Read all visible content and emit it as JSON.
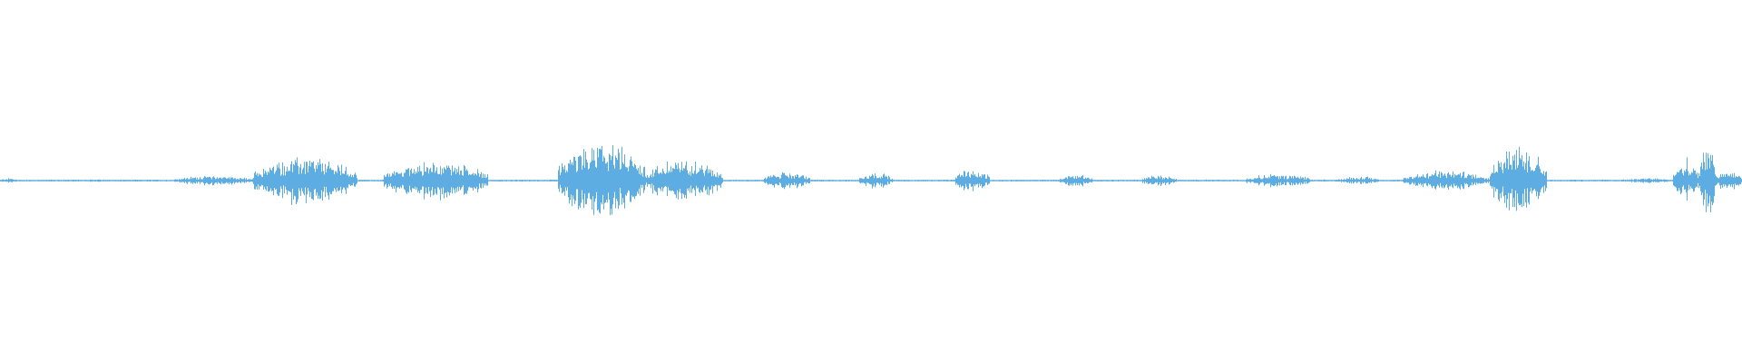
{
  "waveform": {
    "color": "#5dade2",
    "baseline_amplitude": 0.012,
    "segments": [
      {
        "start": 0.0,
        "end": 0.01,
        "peak": 0.03
      },
      {
        "start": 0.04,
        "end": 0.065,
        "peak": 0.015
      },
      {
        "start": 0.1,
        "end": 0.145,
        "peak": 0.06
      },
      {
        "start": 0.145,
        "end": 0.205,
        "peak": 0.28
      },
      {
        "start": 0.22,
        "end": 0.28,
        "peak": 0.24
      },
      {
        "start": 0.32,
        "end": 0.37,
        "peak": 0.47
      },
      {
        "start": 0.37,
        "end": 0.415,
        "peak": 0.26
      },
      {
        "start": 0.438,
        "end": 0.465,
        "peak": 0.1
      },
      {
        "start": 0.493,
        "end": 0.512,
        "peak": 0.1
      },
      {
        "start": 0.548,
        "end": 0.568,
        "peak": 0.14
      },
      {
        "start": 0.608,
        "end": 0.627,
        "peak": 0.08
      },
      {
        "start": 0.655,
        "end": 0.675,
        "peak": 0.07
      },
      {
        "start": 0.715,
        "end": 0.752,
        "peak": 0.08
      },
      {
        "start": 0.768,
        "end": 0.792,
        "peak": 0.05
      },
      {
        "start": 0.805,
        "end": 0.855,
        "peak": 0.12
      },
      {
        "start": 0.855,
        "end": 0.888,
        "peak": 0.42
      },
      {
        "start": 0.93,
        "end": 0.96,
        "peak": 0.03
      },
      {
        "start": 0.96,
        "end": 0.975,
        "peak": 0.22
      },
      {
        "start": 0.975,
        "end": 0.985,
        "peak": 0.45
      },
      {
        "start": 0.985,
        "end": 1.0,
        "peak": 0.12
      }
    ]
  }
}
